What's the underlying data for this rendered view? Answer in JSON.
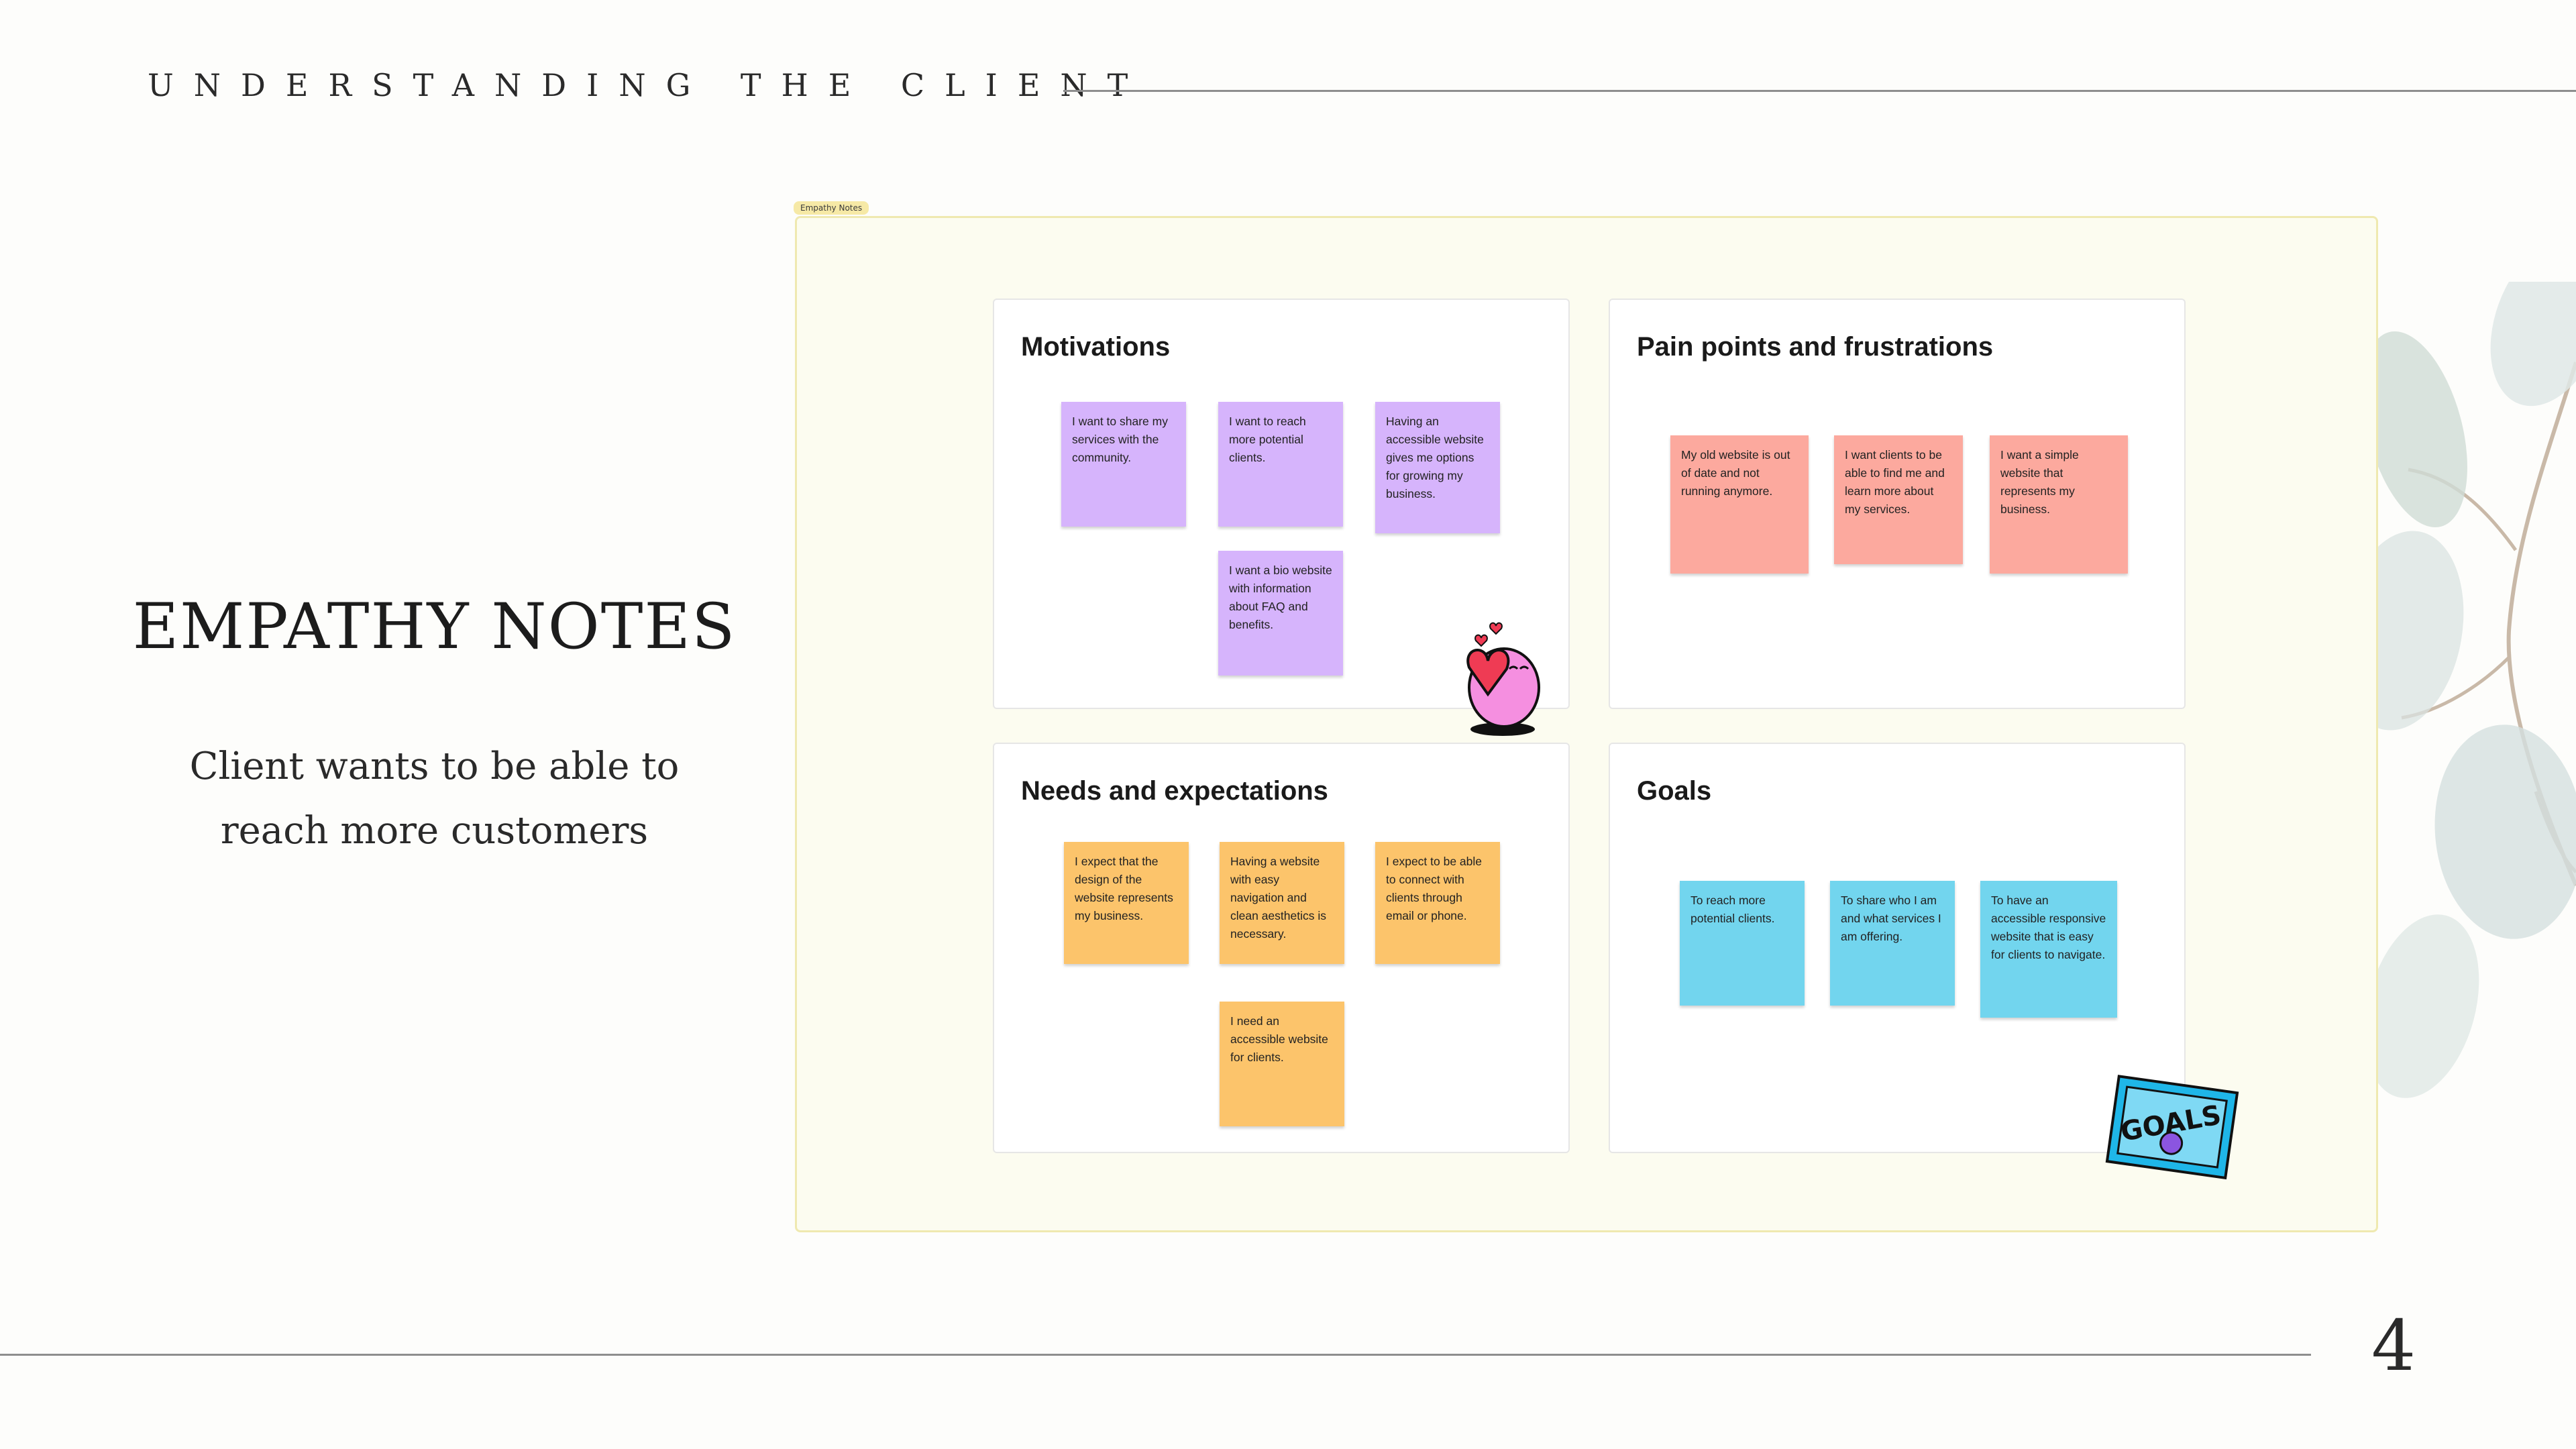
{
  "header": {
    "title": "UNDERSTANDING THE CLIENT"
  },
  "section": {
    "heading": "EMPATHY NOTES",
    "body_lines": [
      "Client wants to be able to",
      "reach more customers"
    ]
  },
  "page_number": "4",
  "board": {
    "tag": "Empathy Notes",
    "panels": [
      {
        "title": "Motivations",
        "notes": [
          "I want to share my services with the community.",
          "I want to reach more potential clients.",
          "Having an accessible website gives me options for growing my business.",
          "I want a bio website with information about FAQ and benefits."
        ]
      },
      {
        "title": "Pain points and frustrations",
        "notes": [
          "My old website is out of date and not running anymore.",
          "I want clients to be able to find me and learn more about my services.",
          "I want a simple website that represents my business."
        ]
      },
      {
        "title": "Needs and expectations",
        "notes": [
          "I expect that the design of the website represents my business.",
          "Having a website with easy navigation and clean aesthetics is necessary.",
          "I expect to be able to connect with clients through email or phone.",
          "I need an accessible website for clients."
        ]
      },
      {
        "title": "Goals",
        "notes": [
          "To reach more potential clients.",
          "To share who I am and what services I am offering.",
          "To have an accessible responsive website that is easy for clients to navigate."
        ]
      }
    ]
  },
  "stickers": {
    "goals_text": "GOALS"
  },
  "colors": {
    "purple_note": "#d6b4fc",
    "salmon_note": "#fca99e",
    "orange_note": "#fcc46b",
    "cyan_note": "#72d5ee",
    "board_bg": "#fcfcf0"
  },
  "icons": [
    "heart-character-sticker",
    "goals-sticker-icon",
    "eucalyptus-leaves-icon"
  ]
}
